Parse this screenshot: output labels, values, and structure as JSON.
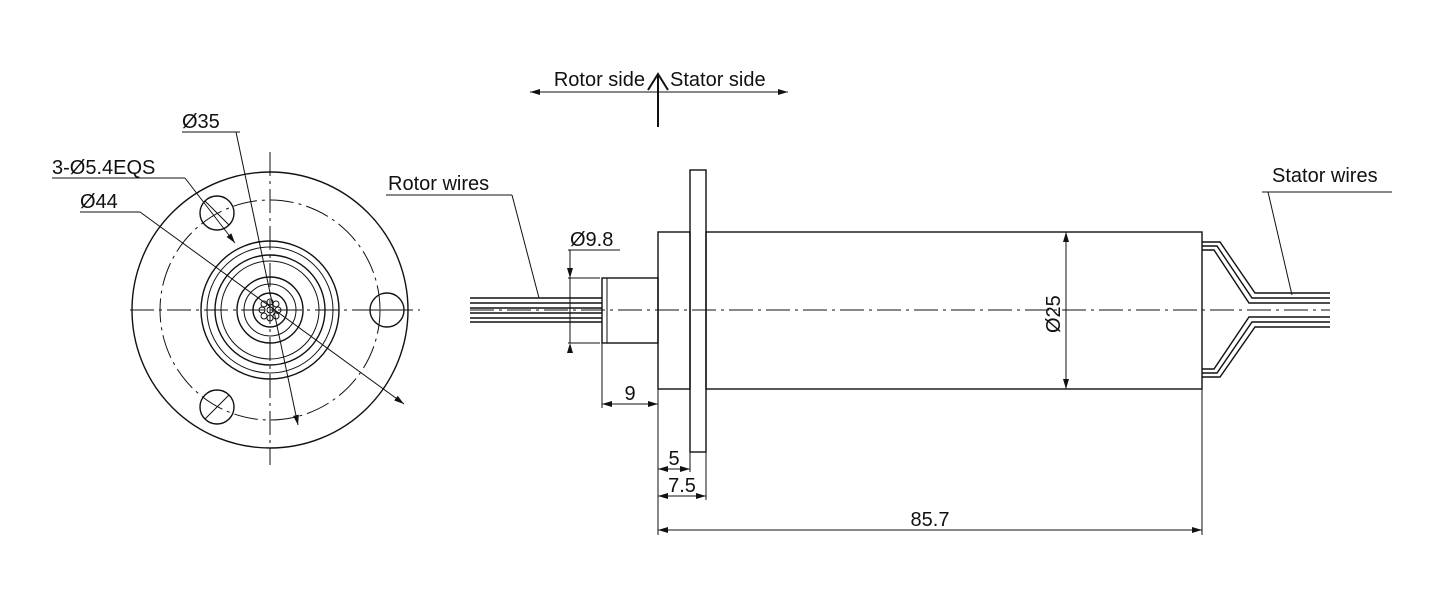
{
  "direction": {
    "rotor_side": "Rotor side",
    "stator_side": "Stator side"
  },
  "end_view": {
    "dia_35": "Ø35",
    "holes": "3-Ø5.4EQS",
    "dia_44": "Ø44"
  },
  "side_view": {
    "rotor_wires": "Rotor wires",
    "stator_wires": "Stator wires",
    "dia_9_8": "Ø9.8",
    "dia_25": "Ø25",
    "dim_9": "9",
    "dim_5": "5",
    "dim_7_5": "7.5",
    "dim_85_7": "85.7"
  },
  "colors": {
    "line": "#111111",
    "background": "#ffffff"
  }
}
